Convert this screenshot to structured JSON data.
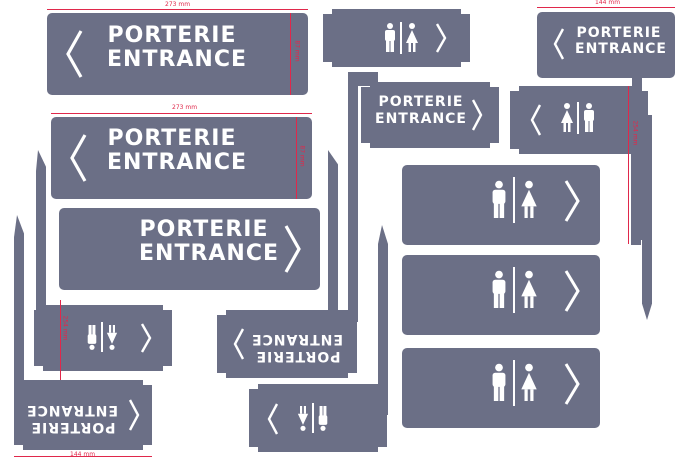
{
  "sign_text": {
    "line1": "PORTERIE",
    "line2": "ENTRANCE"
  },
  "dimensions": {
    "width_273": "273 mm",
    "height_87": "87 mm",
    "width_144": "144 mm",
    "height_254": "254 mm",
    "height_254_small": "254 mm",
    "width_144_bottom": "144 mm"
  },
  "colors": {
    "sign_fill": "#6b6f86",
    "sign_text": "#ffffff",
    "dimension": "#e0284b",
    "background": "#ffffff"
  },
  "icons": [
    "chevron-left-icon",
    "chevron-right-icon",
    "man-icon",
    "woman-icon",
    "gender-divider-icon"
  ]
}
